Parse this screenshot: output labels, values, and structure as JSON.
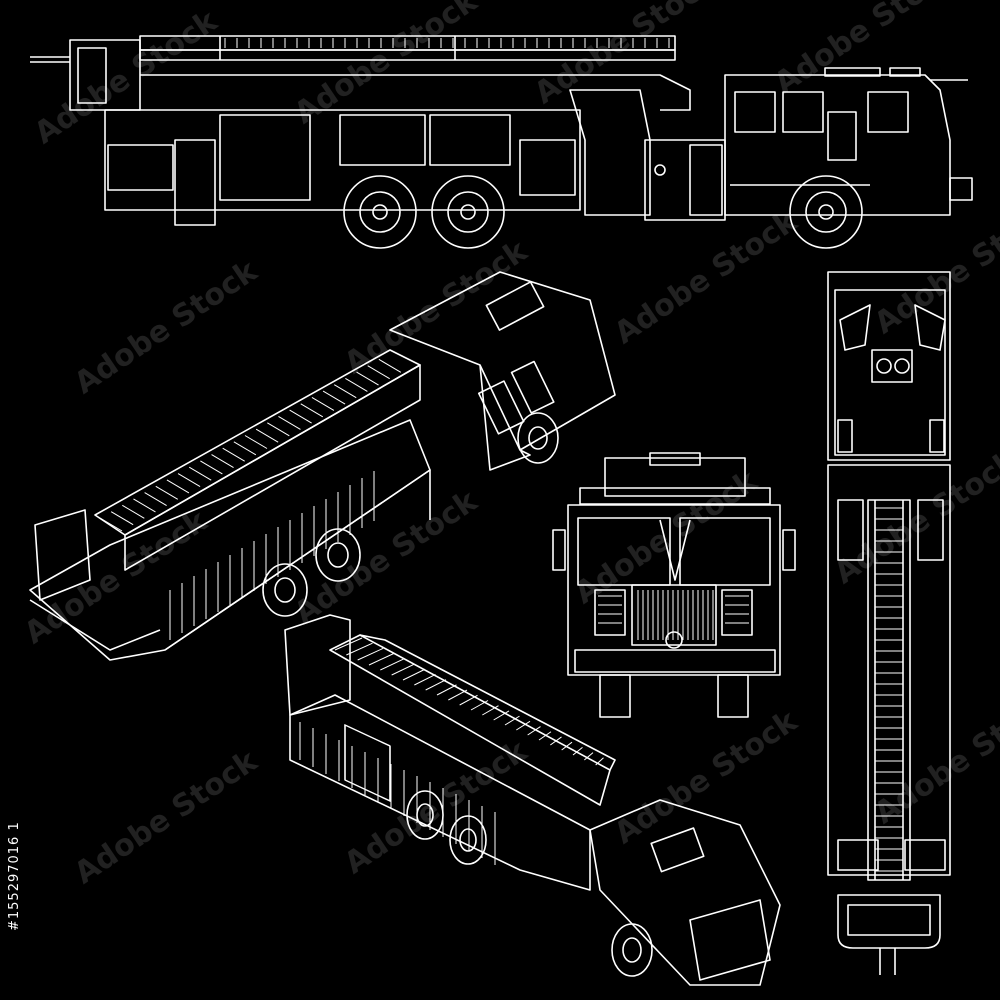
{
  "image": {
    "background_color": "#000000",
    "line_color": "#ffffff",
    "watermark_text": "Adobe Stock",
    "stock_id": "#155297016 1"
  },
  "views": [
    {
      "name": "side-view",
      "icon": "fire-truck-side-icon"
    },
    {
      "name": "isometric-rear-view",
      "icon": "fire-truck-isometric-icon"
    },
    {
      "name": "front-view",
      "icon": "fire-truck-front-icon"
    },
    {
      "name": "top-view",
      "icon": "fire-truck-top-icon"
    },
    {
      "name": "isometric-front-view",
      "icon": "fire-truck-isometric-icon"
    }
  ]
}
